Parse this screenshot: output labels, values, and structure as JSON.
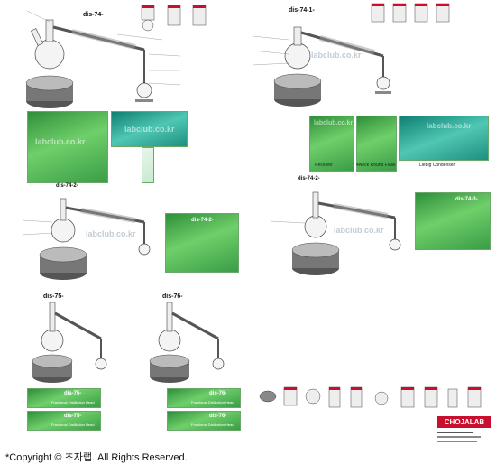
{
  "diagram_titles": {
    "d74": "dis-74-",
    "d74_1": "dis-74-1-",
    "d74_2a": "dis-74-2-",
    "d74_2b": "dis-74-2-",
    "d74_2_photo": "dis-74-2-",
    "d74_3": "dis-74-3-",
    "d75": "dis-75-",
    "d76": "dis-76-",
    "d75_photo1": "dis-75-",
    "d75_photo2": "dis-75-",
    "d76_photo1": "dis-76-",
    "d76_photo2": "dis-76-"
  },
  "watermark": "labclub.co.kr",
  "photo_captions": {
    "receiver": "Receiver",
    "flask": "4Neck Round Flask",
    "condenser": "Liebig Condenser"
  },
  "photo_sub": {
    "d75_1": "Fractional Distillation Head",
    "d75_2": "Fractional Distillation Head",
    "d76_1": "Fractional Distillation Head",
    "d76_2": "Fractional Distillation Head"
  },
  "brand": "CHOJALAB",
  "footer": "*Copyright © 초자랩.      All Rights Reserved.",
  "colors": {
    "brand_red": "#c8102e",
    "photo_green": "#3a9d46",
    "photo_teal": "#1f8f80"
  }
}
